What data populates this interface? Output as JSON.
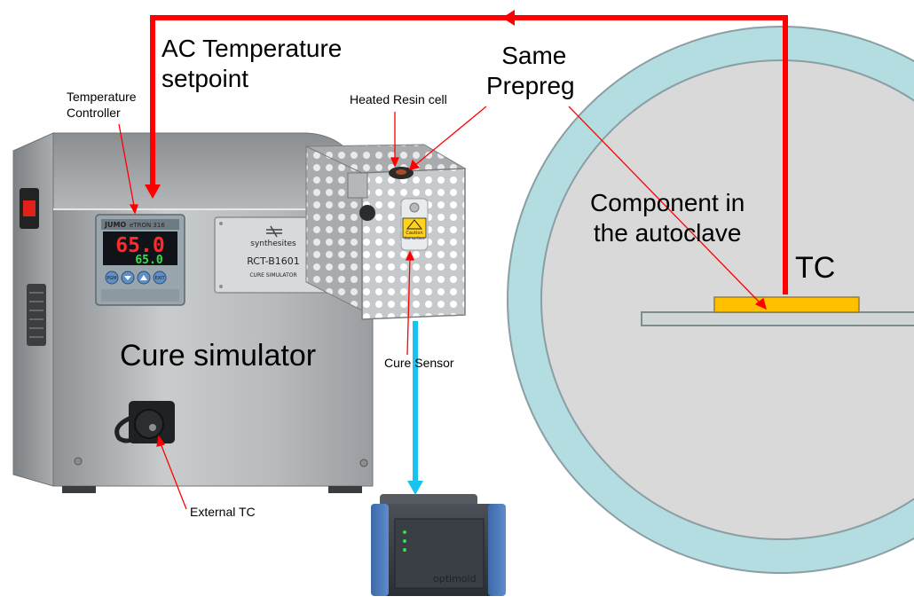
{
  "labels": {
    "ac_setpoint": [
      "AC Temperature",
      "setpoint"
    ],
    "temperature_controller": [
      "Temperature",
      "Controller"
    ],
    "heated_resin_cell": "Heated Resin cell",
    "same_prepreg": [
      "Same",
      "Prepreg"
    ],
    "component_in_autoclave": [
      "Component in",
      "the autoclave"
    ],
    "tc": "TC",
    "cure_simulator": "Cure simulator",
    "cure_sensor": "Cure Sensor",
    "external_tc": "External TC"
  },
  "device_text": {
    "display_pv": "65.0",
    "display_sv": "65.0",
    "controller_brand": "JUMO",
    "controller_model": "eTRON 316",
    "plate_brand": "synthesites",
    "plate_model": "RCT-B1601",
    "plate_subtitle": "CURE SIMULATOR",
    "caution_title": "Caution",
    "caution_sub": "Hot surface",
    "optimold_brand": "optimold",
    "button_pgm": "PGM",
    "button_exit": "EXIT"
  },
  "colors": {
    "signal_line": "#ff0000",
    "sensor_line": "#19c3f0",
    "autoclave_wall": "#b3dde0",
    "autoclave_inner": "#d9d9d9",
    "part": "#ffc000",
    "display_red": "#ff2a2a",
    "display_green": "#35e04a"
  }
}
